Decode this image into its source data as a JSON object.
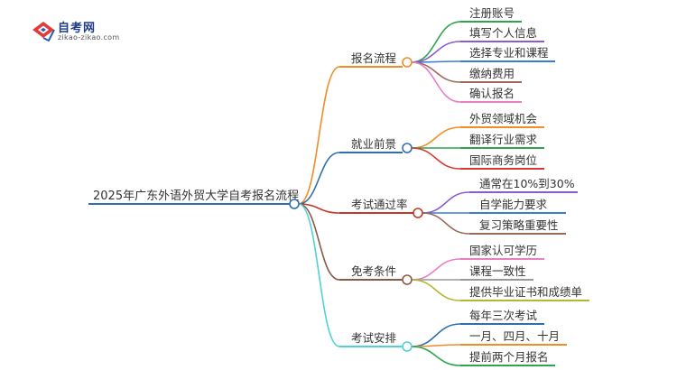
{
  "logo": {
    "title": "自考网",
    "subtitle": "zikao-zikao.com"
  },
  "root": {
    "label": "2025年广东外语外贸大学自考报名流程"
  },
  "branches": [
    {
      "label": "报名流程",
      "color": "#f28c28",
      "children": [
        {
          "label": "注册账号",
          "color": "#2ea44f"
        },
        {
          "label": "填写个人信息",
          "color": "#8a5cd0"
        },
        {
          "label": "选择专业和课程",
          "color": "#3a7bd5"
        },
        {
          "label": "缴纳费用",
          "color": "#9b6b5a"
        },
        {
          "label": "确认报名",
          "color": "#e77fc4"
        }
      ]
    },
    {
      "label": "就业前景",
      "color": "#2f6fb0",
      "children": [
        {
          "label": "外贸领域机会",
          "color": "#f28c28"
        },
        {
          "label": "翻译行业需求",
          "color": "#2ea44f"
        },
        {
          "label": "国际商务岗位",
          "color": "#d93838"
        }
      ]
    },
    {
      "label": "考试通过率",
      "color": "#c0392b",
      "children": [
        {
          "label": "通常在10%到30%",
          "color": "#8a5cd0"
        },
        {
          "label": "自学能力要求",
          "color": "#3a7bd5"
        },
        {
          "label": "复习策略重要性",
          "color": "#9b6b5a"
        }
      ]
    },
    {
      "label": "免考条件",
      "color": "#8b5a4a",
      "children": [
        {
          "label": "国家认可学历",
          "color": "#e77fc4"
        },
        {
          "label": "课程一致性",
          "color": "#999999"
        },
        {
          "label": "提供毕业证书和成绩单",
          "color": "#b5b82a"
        }
      ]
    },
    {
      "label": "考试安排",
      "color": "#4fd1d9",
      "children": [
        {
          "label": "每年三次考试",
          "color": "#2f6fb0"
        },
        {
          "label": "一月、四月、十月",
          "color": "#f28c28"
        },
        {
          "label": "提前两个月报名",
          "color": "#2ea44f"
        }
      ]
    }
  ]
}
